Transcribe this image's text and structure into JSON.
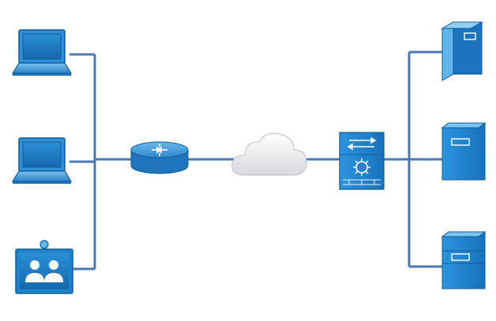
{
  "diagram": {
    "title": "",
    "nodes": [
      {
        "id": "laptop-1",
        "icon": "laptop-icon"
      },
      {
        "id": "laptop-2",
        "icon": "laptop-icon"
      },
      {
        "id": "video-endpoint",
        "icon": "telepresence-icon"
      },
      {
        "id": "router",
        "icon": "router-icon"
      },
      {
        "id": "internet",
        "icon": "cloud-icon"
      },
      {
        "id": "firewall-switch",
        "icon": "multilayer-firewall-switch-icon"
      },
      {
        "id": "server-tower",
        "icon": "server-tower-icon"
      },
      {
        "id": "server-2",
        "icon": "server-icon"
      },
      {
        "id": "server-3",
        "icon": "server-icon"
      }
    ],
    "links": [
      [
        "laptop-1",
        "router"
      ],
      [
        "laptop-2",
        "router"
      ],
      [
        "video-endpoint",
        "router"
      ],
      [
        "router",
        "internet"
      ],
      [
        "internet",
        "firewall-switch"
      ],
      [
        "firewall-switch",
        "server-tower"
      ],
      [
        "firewall-switch",
        "server-2"
      ],
      [
        "firewall-switch",
        "server-3"
      ]
    ],
    "colors": {
      "link": "#4a78b5",
      "device_fill": "#1e83cf",
      "device_dark": "#0f5d98",
      "device_light": "#5db6ee",
      "cloud_fill": "#f1f2f4",
      "cloud_shade": "#d7dadf"
    }
  }
}
